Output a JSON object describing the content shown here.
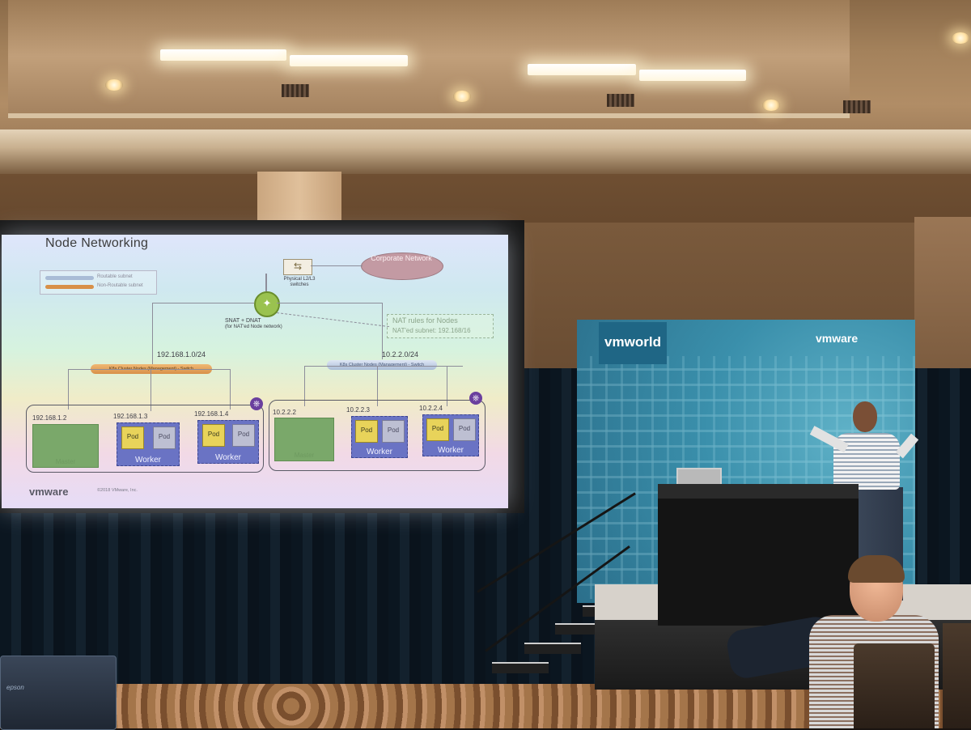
{
  "slide": {
    "title": "Node Networking",
    "legend": {
      "routable": "Routable subnet",
      "non_routable": "Non-Routable subnet"
    },
    "physical_switch": "Physical L2/L3 switches",
    "corporate_network": "Corporate Network",
    "snat_dnat": "SNAT + DNAT",
    "snat_dnat_sub": "(for NAT'ed Node network)",
    "nat_rules": "NAT rules for Nodes",
    "nat_subnet": "NAT'ed subnet: 192.168/16",
    "subnet_left": "192.168.1.0/24",
    "subnet_right": "10.2.2.0/24",
    "switch_left": "K8s Cluster Nodes (Management) - Switch",
    "switch_right": "K8s Cluster Nodes (Management) - Switch",
    "ips": {
      "l_master": "192.168.1.2",
      "l_worker1": "192.168.1.3",
      "l_worker2": "192.168.1.4",
      "r_master": "10.2.2.2",
      "r_worker1": "10.2.2.3",
      "r_worker2": "10.2.2.4"
    },
    "master_label": "Master",
    "worker_label": "Worker",
    "pod_label": "Pod",
    "footer_logo": "vmware",
    "copyright": "©2018 VMware, Inc."
  },
  "booth": {
    "vmworld": "vmworld",
    "vmware": "vmware"
  },
  "projector_brand": "epson",
  "colors": {
    "routable": "#a9bcd6",
    "non_routable": "#d89048",
    "master": "#7aa86a",
    "worker": "#6a73c4",
    "pod_yellow": "#e8d35a",
    "backdrop": "#3a8fab"
  }
}
